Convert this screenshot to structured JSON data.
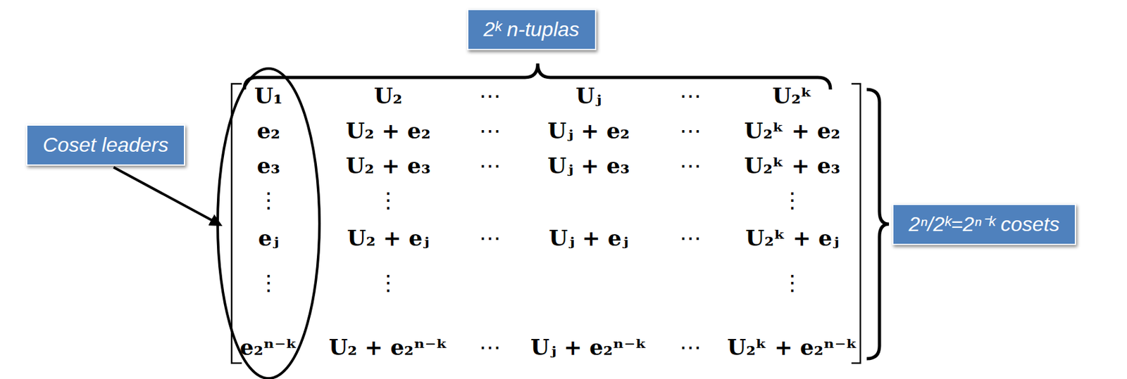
{
  "diagram": {
    "nodes": [
      {
        "text": [
          "2ᵏ n-tuplas"
        ]
      },
      {
        "text": [
          "Coset leaders"
        ]
      },
      {
        "text": [
          "2ⁿ/2ᵏ=2ⁿ⁻ᵏ cosets"
        ]
      }
    ],
    "labels": [
      "U₁",
      "U₂",
      "⋯",
      "Uⱼ",
      "⋯",
      "U₂ᵏ",
      "e₂",
      "U₂ + e₂",
      "⋯",
      "Uⱼ + e₂",
      "⋯",
      "U₂ᵏ + e₂",
      "e₃",
      "U₂ + e₃",
      "⋯",
      "Uⱼ + e₃",
      "⋯",
      "U₂ᵏ + e₃",
      "⋮",
      "⋮",
      "⋮",
      "eⱼ",
      "U₂ + eⱼ",
      "⋯",
      "Uⱼ + eⱼ",
      "⋯",
      "U₂ᵏ + eⱼ",
      "⋮",
      "⋮",
      "⋮",
      "e₂ⁿ⁻ᵏ",
      "U₂ + e₂ⁿ⁻ᵏ",
      "⋯",
      "Uⱼ + e₂ⁿ⁻ᵏ",
      "⋯",
      "U₂ᵏ + e₂ⁿ⁻ᵏ"
    ]
  }
}
